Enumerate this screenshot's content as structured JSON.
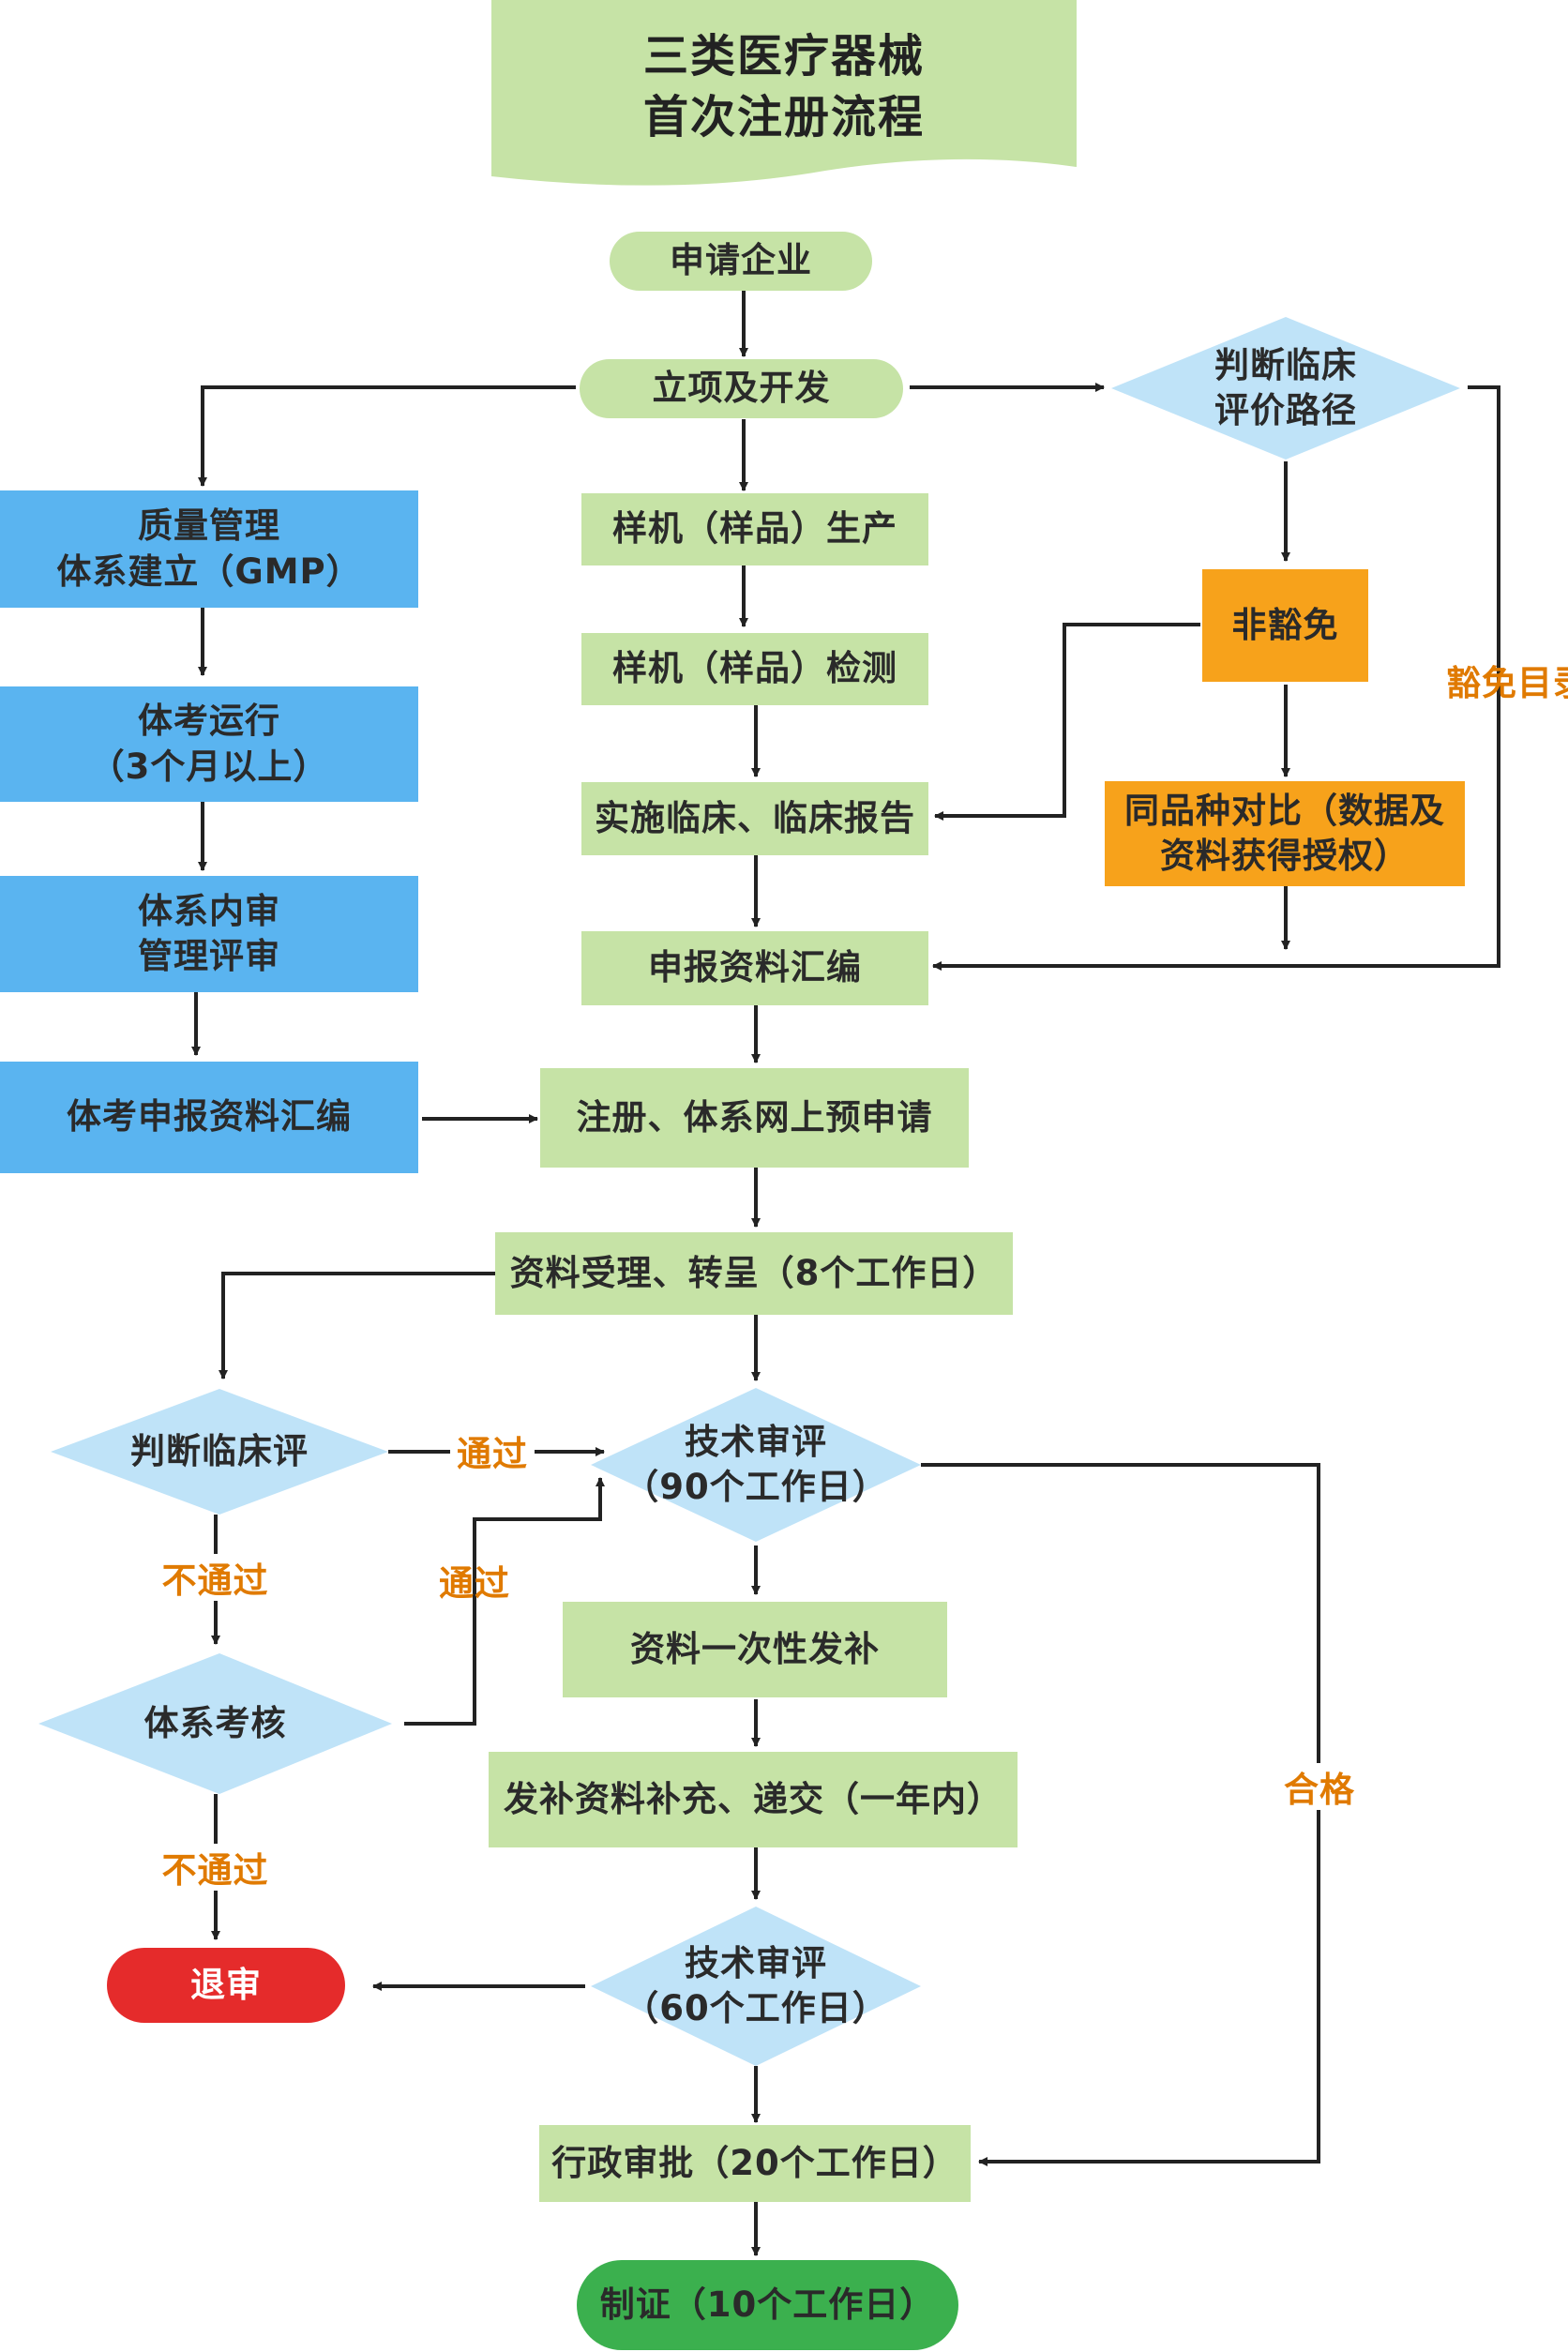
{
  "title": "三类医疗器械\n首次注册流程",
  "nodes": {
    "applicant": "申请企业",
    "project_dev": "立项及开发",
    "judge_path": "判断临床\n评价路径",
    "qms_build": "质量管理\n体系建立（GMP）",
    "prototype_production": "样机（样品）生产",
    "non_exempt": "非豁免",
    "prototype_testing": "样机（样品）检测",
    "trial_run": "体考运行\n（3个月以上）",
    "clinical_report": "实施临床、临床报告",
    "same_variety": "同品种对比（数据及\n资料获得授权）",
    "internal_review": "体系内审\n管理评审",
    "dossier_compile": "申报资料汇编",
    "inspection_dossier": "体考申报资料汇编",
    "online_preapply": "注册、体系网上预申请",
    "acceptance": "资料受理、转呈（8个工作日）",
    "judge_clinical": "判断临床评",
    "tech_review_90": "技术审评\n（90个工作日）",
    "one_time_supplement": "资料一次性发补",
    "system_audit": "体系考核",
    "supplement_submit": "发补资料补充、递交（一年内）",
    "reject": "退审",
    "tech_review_60": "技术审评\n（60个工作日）",
    "admin_approval": "行政审批（20个工作日）",
    "certificate": "制证（10个工作日）"
  },
  "labels": {
    "exempt": "豁免目录",
    "pass_1": "通过",
    "pass_2": "通过",
    "fail_1": "不通过",
    "fail_2": "不通过",
    "qualified": "合格"
  },
  "colors": {
    "green": "#c6e3a6",
    "blue": "#5ab4f0",
    "orange": "#f7a21b",
    "diamond": "#bfe3f8",
    "red": "#e52b2b",
    "dark_green": "#3bb04e",
    "label_orange": "#e07a00",
    "arrow": "#222222"
  }
}
